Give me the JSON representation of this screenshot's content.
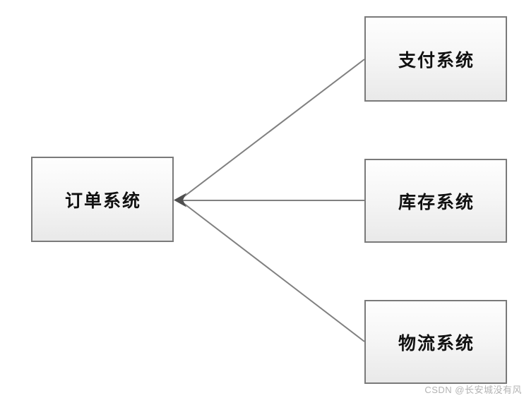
{
  "diagram": {
    "type": "system-relationship-diagram",
    "nodes": [
      {
        "id": "order-system",
        "label": "订单系统"
      },
      {
        "id": "payment-system",
        "label": "支付系统"
      },
      {
        "id": "inventory-system",
        "label": "库存系统"
      },
      {
        "id": "logistics-system",
        "label": "物流系统"
      }
    ],
    "edges": [
      {
        "from": "payment-system",
        "to": "order-system",
        "style": "solid-line-arrowhead-at-order-system"
      },
      {
        "from": "inventory-system",
        "to": "order-system",
        "style": "solid-line-arrowhead-at-order-system"
      },
      {
        "from": "logistics-system",
        "to": "order-system",
        "style": "solid-line-arrowhead-at-order-system"
      }
    ],
    "colors": {
      "node_border": "#7a7a7a",
      "node_fill_top": "#fefefe",
      "node_fill_bottom": "#e9e9e9",
      "connector_line": "#808080",
      "arrowhead": "#4f4f4f",
      "label_text": "#111111",
      "watermark_text": "#b3b3b3"
    }
  },
  "watermark": {
    "text": "CSDN @长安城没有风"
  }
}
